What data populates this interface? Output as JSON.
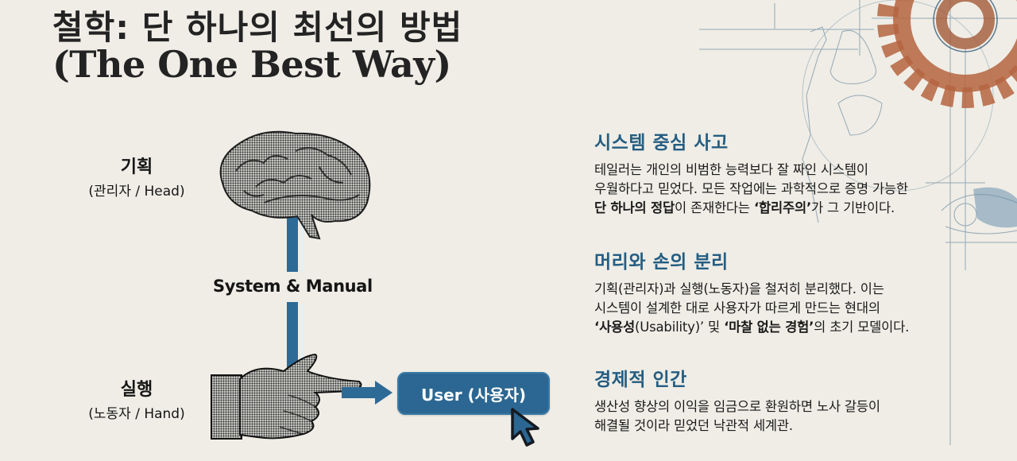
{
  "title": {
    "korean": "철학: 단 하나의 최선의 방법",
    "english": "(The One Best Way)"
  },
  "diagram": {
    "planning": {
      "label": "기획",
      "sublabel": "(관리자 / Head)",
      "icon": "brain-illustration"
    },
    "connector_label": "System & Manual",
    "execution": {
      "label": "실행",
      "sublabel": "(노동자 / Hand)",
      "icon": "pointing-hand-illustration"
    },
    "target_button": {
      "label": "User (사용자)",
      "icon": "mouse-cursor-icon"
    },
    "accent_color": "#2e6a96"
  },
  "sections": [
    {
      "heading": "시스템 중심 사고",
      "line1": "테일러는 개인의 비범한 능력보다 잘 짜인 시스템이",
      "line2": "우월하다고 믿었다. 모든 작업에는 과학적으로 증명 가능한",
      "line3_bold_a": "단 하나의 정답",
      "line3_mid": "이 존재한다는 ",
      "line3_bold_b": "‘합리주의’",
      "line3_end": "가 그 기반이다."
    },
    {
      "heading": "머리와 손의 분리",
      "line1": "기획(관리자)과 실행(노동자)을 철저히 분리했다. 이는",
      "line2": "시스템이 설계한 대로 사용자가 따르게 만드는 현대의",
      "line3_bold_a": "‘사용성",
      "line3_plain_a": "(Usability)’",
      "line3_mid": " 및 ",
      "line3_bold_b": "‘마찰 없는 경험’",
      "line3_end": "의 초기 모델이다."
    },
    {
      "heading": "경제적 인간",
      "line1": "생산성 향상의 이익을 임금으로 환원하면 노사 갈등이",
      "line2": "해결될 것이라 믿었던 낙관적 세계관."
    }
  ],
  "colors": {
    "background": "#efede6",
    "heading_blue": "#245d82",
    "button_blue": "#2b6792",
    "gear_rust": "#b5643f"
  }
}
